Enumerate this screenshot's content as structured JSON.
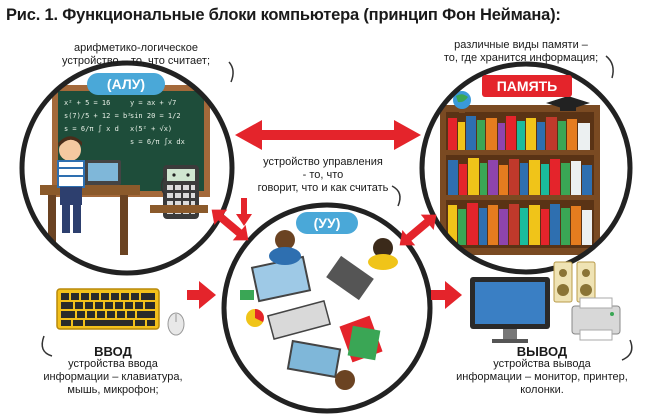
{
  "title": "Рис. 1. Функциональные блоки компьютера (принцип Фон Неймана):",
  "alu": {
    "label": "(АЛУ)",
    "desc_line1": "арифметико-логическое",
    "desc_line2": "устройство – то, что считает;",
    "board_lines": [
      "x² + 5 = 16",
      "s(7)/5 + 12 = b²",
      "s = 6/π ∫ x d",
      "y = ax + √7",
      "sin 20 = 1/2",
      "x(5² + √x)",
      "s = 6/π ∫x dx"
    ]
  },
  "memory": {
    "label": "ПАМЯТЬ",
    "desc_line1": "различные виды памяти –",
    "desc_line2": "то, где хранится информация;"
  },
  "cu": {
    "label": "(УУ)",
    "desc_line1": "устройство управления",
    "desc_line2": "- то, что",
    "desc_line3": "говорит, что и как считать"
  },
  "input": {
    "label": "ВВОД",
    "desc_line1": "устройства ввода",
    "desc_line2": "информации – клавиатура,",
    "desc_line3": "мышь, микрофон;"
  },
  "output": {
    "label": "ВЫВОД",
    "desc_line1": "устройства вывода",
    "desc_line2": "информации – монитор, принтер,",
    "desc_line3": "колонки."
  },
  "colors": {
    "arrow": "#e4242b",
    "circle_border": "#222222",
    "badge": "#4aa8d8",
    "memory_badge": "#e4242b",
    "chalkboard": "#1e4d3a",
    "keyboard": "#f3c01a"
  }
}
